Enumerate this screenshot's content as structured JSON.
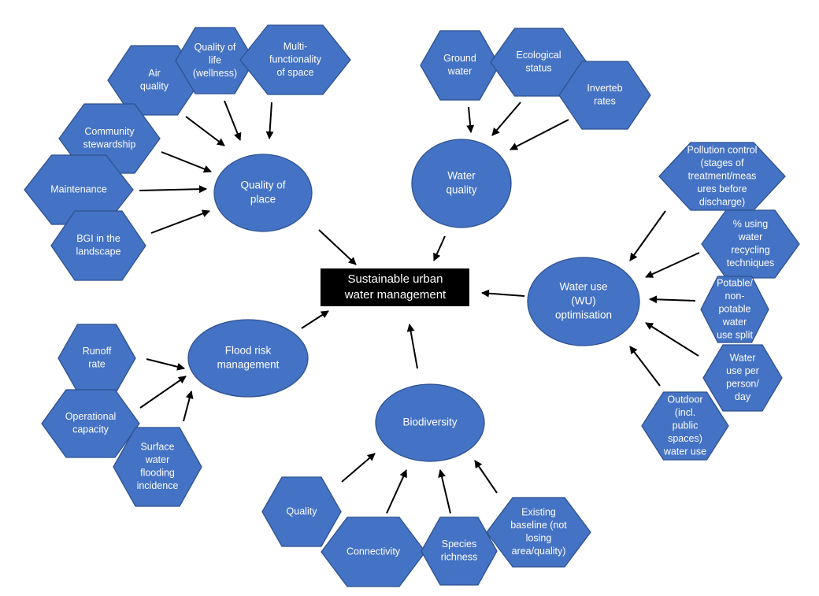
{
  "center": {
    "label": [
      "Sustainable urban",
      "water management"
    ]
  },
  "hubs": {
    "quality_of_place": [
      "Quality of",
      "place"
    ],
    "water_quality": [
      "Water",
      "quality"
    ],
    "water_use": [
      "Water use",
      "(WU)",
      "optimisation"
    ],
    "flood_risk": [
      "Flood risk",
      "management"
    ],
    "biodiversity": [
      "Biodiversity"
    ]
  },
  "factors": {
    "air_quality": [
      "Air",
      "quality"
    ],
    "quality_of_life": [
      "Quality of",
      "life",
      "(wellness)"
    ],
    "multi_functionality": [
      "Multi-",
      "functionality",
      "of space"
    ],
    "community_stewardship": [
      "Community",
      "stewardship"
    ],
    "maintenance": [
      "Maintenance"
    ],
    "bgi_landscape": [
      "BGI in the",
      "landscape"
    ],
    "ground_water": [
      "Ground",
      "water"
    ],
    "ecological_status": [
      "Ecological",
      "status"
    ],
    "invertebrates": [
      "Inverteb",
      "rates"
    ],
    "pollution_control": [
      "Pollution control",
      "(stages of",
      "treatment/meas",
      "ures before",
      "discharge)"
    ],
    "water_recycling": [
      "% using",
      "water",
      "recycling",
      "techniques"
    ],
    "potable_split": [
      "Potable/",
      "non-",
      "potable",
      "water",
      "use split"
    ],
    "water_per_person": [
      "Water",
      "use per",
      "person/",
      "day"
    ],
    "outdoor_use": [
      "Outdoor",
      "(incl.",
      "public",
      "spaces)",
      "water use"
    ],
    "runoff_rate": [
      "Runoff",
      "rate"
    ],
    "operational_capacity": [
      "Operational",
      "capacity"
    ],
    "surface_water_flooding": [
      "Surface",
      "water",
      "flooding",
      "incidence"
    ],
    "quality": [
      "Quality"
    ],
    "connectivity": [
      "Connectivity"
    ],
    "species_richness": [
      "Species",
      "richness"
    ],
    "existing_baseline": [
      "Existing",
      "baseline (not",
      "losing",
      "area/quality)"
    ]
  }
}
